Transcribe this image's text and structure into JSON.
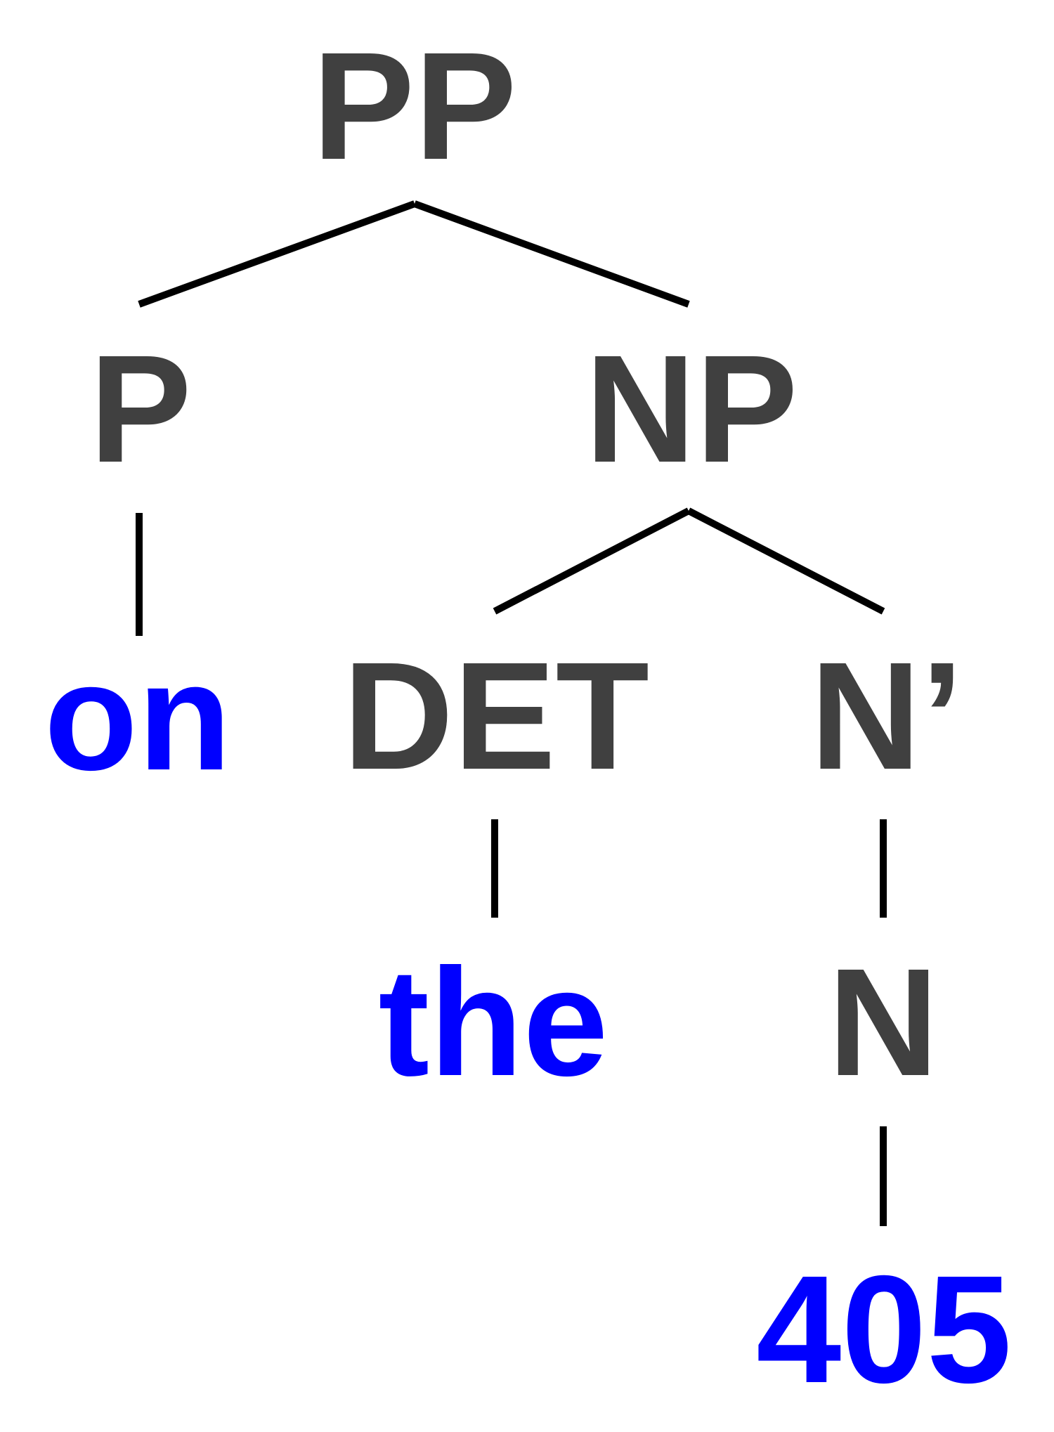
{
  "colors": {
    "category": "#404040",
    "word": "#0000ff",
    "edge": "#000000"
  },
  "tree": {
    "root": {
      "label": "PP"
    },
    "p": {
      "label": "P",
      "word": "on"
    },
    "np": {
      "label": "NP"
    },
    "det": {
      "label": "DET",
      "word": "the"
    },
    "nbar": {
      "label": "N’"
    },
    "n": {
      "label": "N",
      "word": "405"
    }
  }
}
